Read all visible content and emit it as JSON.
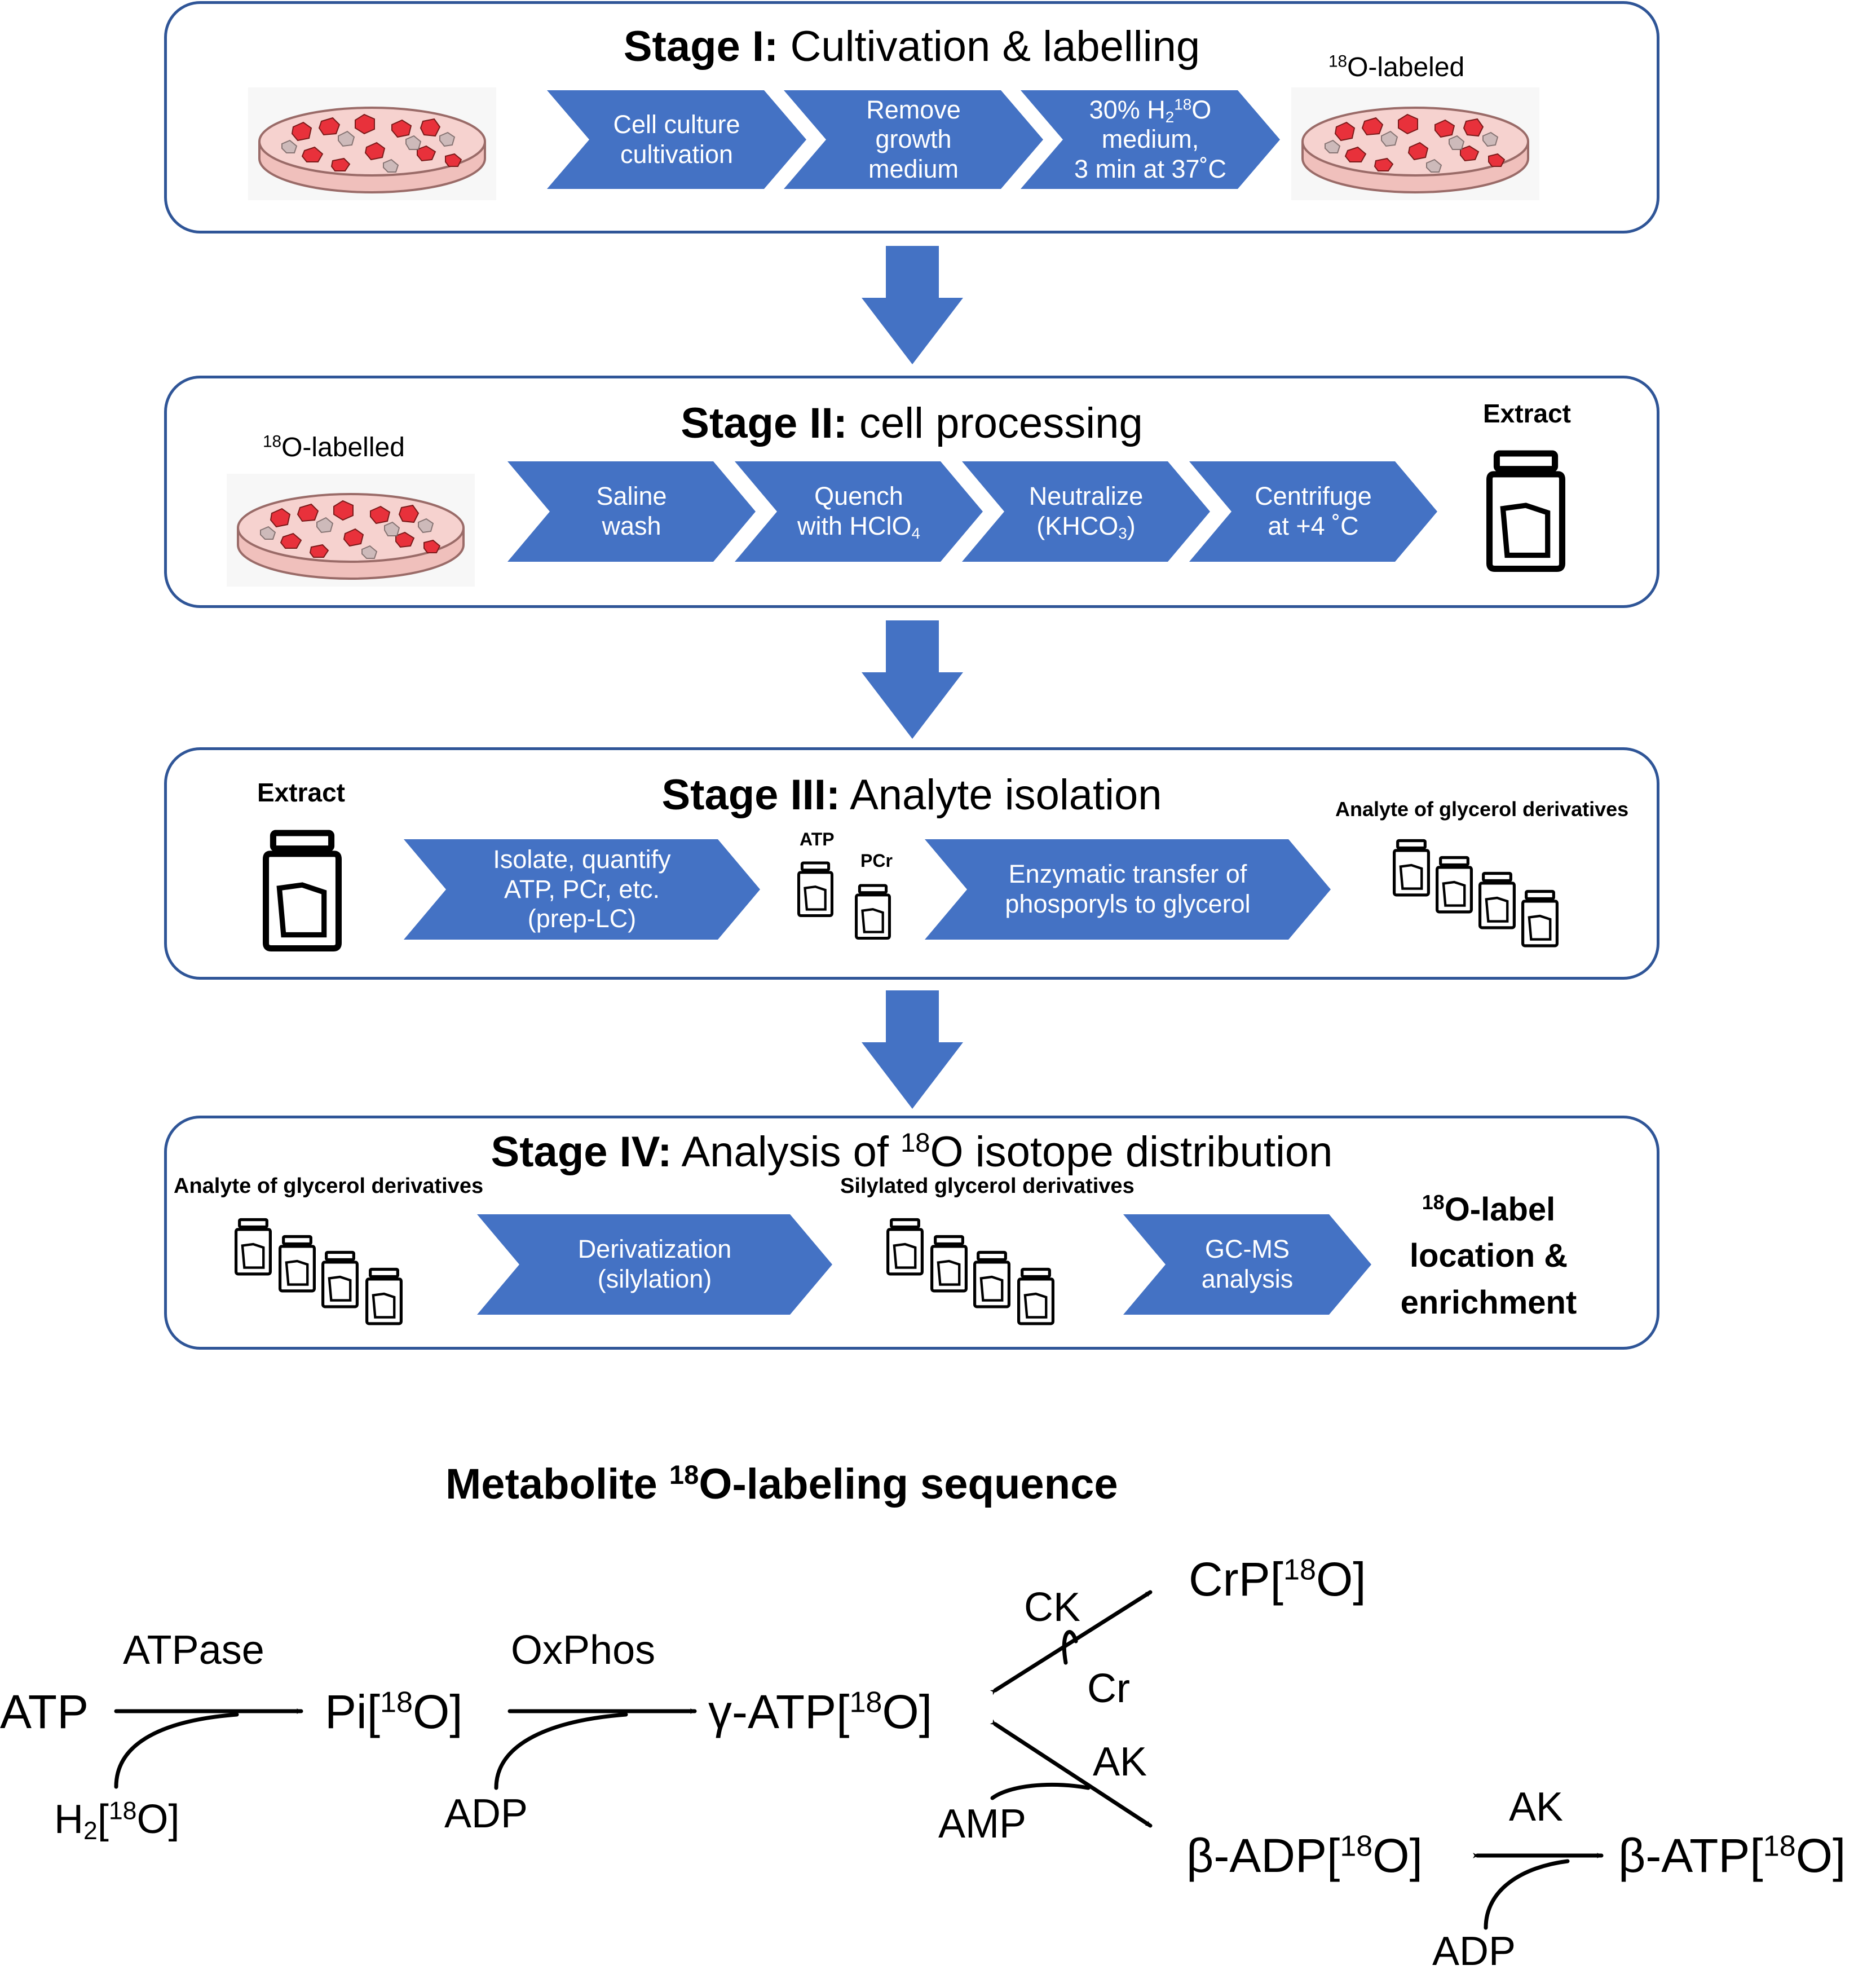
{
  "colors": {
    "accent": "#4472c4",
    "frame": "#2f5597",
    "cell_red": "#e8313b",
    "dish_fill": "#f4c7c3"
  },
  "stage1": {
    "title_bold": "Stage I:",
    "title_rest": " Cultivation & labelling",
    "label_right_sup": "18",
    "label_right_text": "O-labeled",
    "steps": [
      {
        "line1": "Cell culture",
        "line2": "cultivation"
      },
      {
        "line1": "Remove",
        "line2": "growth",
        "line3": "medium"
      },
      {
        "a": "30% H",
        "sub": "2",
        "sup": "18",
        "b": "O",
        "line2": "medium,",
        "line3": "3 min at 37˚C"
      }
    ]
  },
  "stage2": {
    "title_bold": "Stage II:",
    "title_rest": " cell processing",
    "label_left_sup": "18",
    "label_left_text": "O-labelled",
    "extract_label": "Extract",
    "steps": [
      {
        "line1": "Saline",
        "line2": "wash"
      },
      {
        "line1": "Quench",
        "line2a": "with HClO",
        "line2sub": "4"
      },
      {
        "line1": "Neutralize",
        "line2a": "(KHCO",
        "line2sub": "3",
        "line2b": ")"
      },
      {
        "line1": "Centrifuge",
        "line2": "at +4 ˚C"
      }
    ]
  },
  "stage3": {
    "title_bold": "Stage III:",
    "title_rest": " Analyte isolation",
    "extract_label": "Extract",
    "atp_label": "ATP",
    "pcr_label": "PCr",
    "right_label": "Analyte of glycerol derivatives",
    "steps": [
      {
        "line1": "Isolate, quantify",
        "line2": "ATP, PCr, etc.",
        "line3": "(prep-LC)"
      },
      {
        "line1": "Enzymatic transfer of",
        "line2": "phosporyls to glycerol"
      }
    ]
  },
  "stage4": {
    "title_bold": "Stage IV:",
    "title_a": " Analysis of ",
    "title_sup": "18",
    "title_b": "O isotope distribution",
    "left_label": "Analyte of glycerol derivatives",
    "mid_label": "Silylated glycerol derivatives",
    "result_sup": "18",
    "result_line1": "O-label",
    "result_line2": "location &",
    "result_line3": "enrichment",
    "steps": [
      {
        "line1": "Derivatization",
        "line2": "(silylation)"
      },
      {
        "line1": "GC-MS",
        "line2": "analysis"
      }
    ]
  },
  "sequence": {
    "title_a": "Metabolite ",
    "title_sup": "18",
    "title_b": "O-labeling sequence",
    "atp": "ATP",
    "atpase": "ATPase",
    "h2o_a": "H",
    "h2o_sub": "2",
    "h2o_b": "[",
    "h2o_sup": "18",
    "h2o_c": "O]",
    "pi_a": "Pi[",
    "pi_sup": "18",
    "pi_b": "O]",
    "oxphos": "OxPhos",
    "adp1": "ADP",
    "gatp_a": "γ-ATP[",
    "gatp_sup": "18",
    "gatp_b": "O]",
    "ck": "CK",
    "cr": "Cr",
    "crp_a": "CrP[",
    "crp_sup": "18",
    "crp_b": "O]",
    "ak1": "AK",
    "amp": "AMP",
    "badp_a": "β-ADP[",
    "badp_sup": "18",
    "badp_b": "O]",
    "ak2": "AK",
    "batp_a": "β-ATP[",
    "batp_sup": "18",
    "batp_b": "O]",
    "adp2": "ADP"
  }
}
